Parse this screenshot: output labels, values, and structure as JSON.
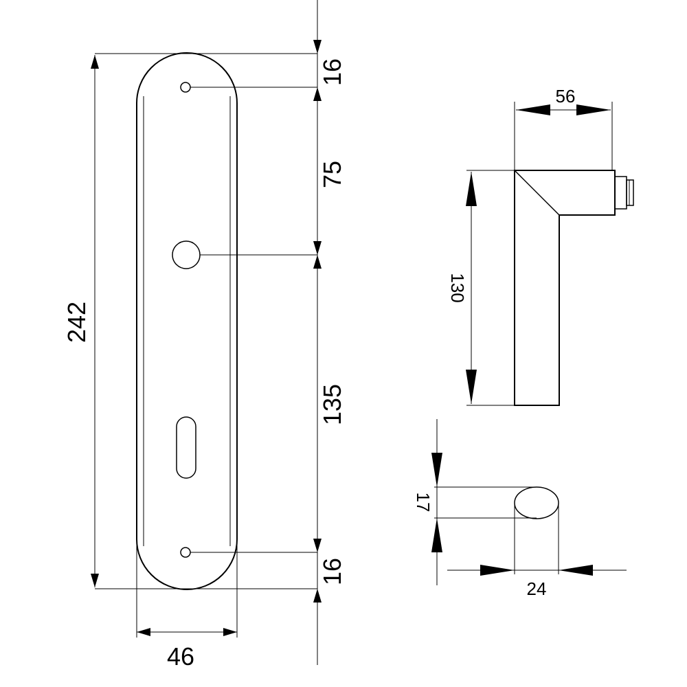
{
  "backplate": {
    "height_label": "242",
    "width_label": "46",
    "top_offset_label": "16",
    "spacing_upper_label": "75",
    "spacing_lower_label": "135",
    "bottom_offset_label": "16"
  },
  "handle": {
    "length_label": "130",
    "projection_label": "56"
  },
  "handle_section": {
    "height_label": "17",
    "width_label": "24"
  }
}
